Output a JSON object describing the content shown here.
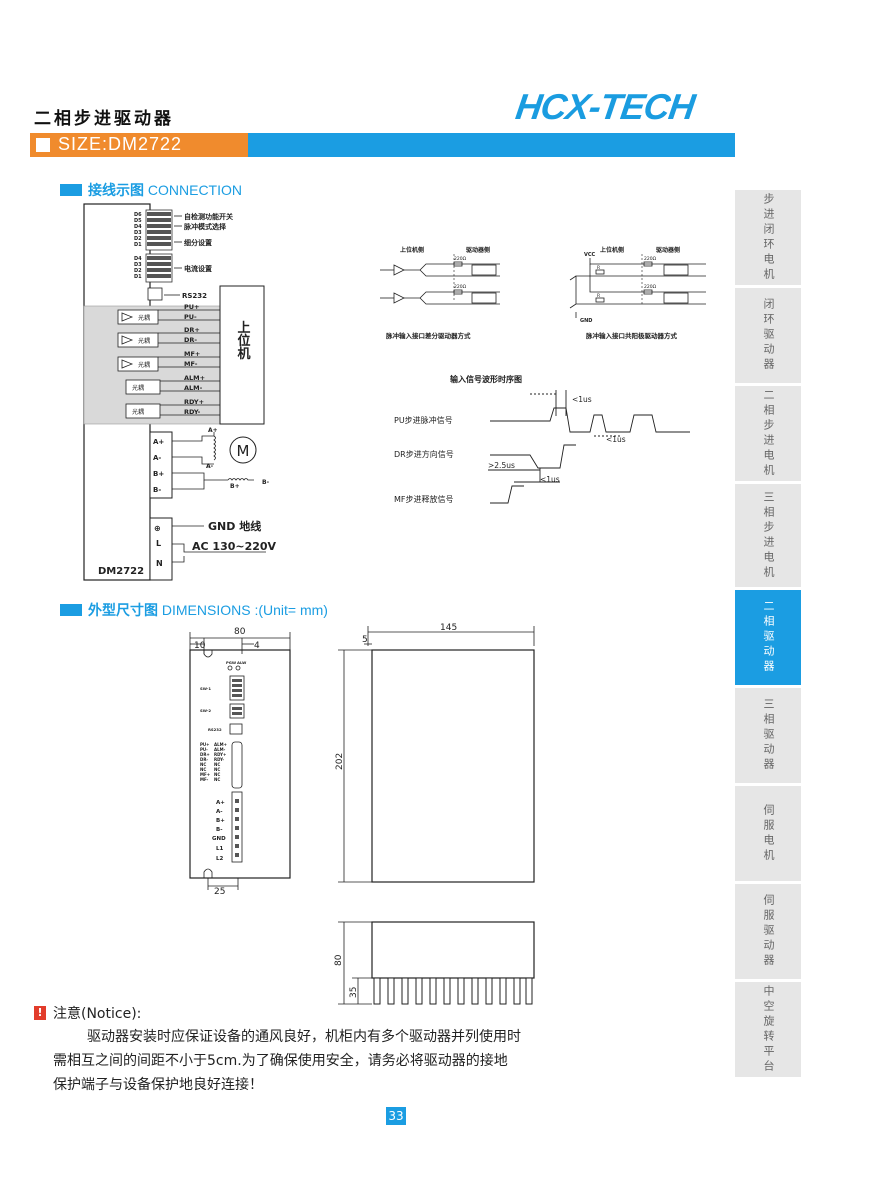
{
  "header": {
    "title": "二相步进驱动器",
    "logo_text": "HCX-TECH",
    "size_label": "SIZE:DM2722"
  },
  "connection": {
    "section_cn": "接线示图",
    "section_en": "CONNECTION",
    "switch_labels": [
      "D6",
      "D5",
      "D4",
      "D3",
      "D2",
      "D1"
    ],
    "switch_labels2": [
      "D4",
      "D3",
      "D2",
      "D1"
    ],
    "annotations": [
      "自检测功能开关",
      "脉冲模式选择",
      "细分设置",
      "电流设置"
    ],
    "rs232": "RS232",
    "pins_left": [
      "PU+",
      "PU-",
      "DR+",
      "DR-",
      "MF+",
      "MF-",
      "ALM+",
      "ALM-",
      "RDY+",
      "RDY-"
    ],
    "host_label": "上位机",
    "motor_pins": [
      "A+",
      "A-",
      "B+",
      "B-"
    ],
    "motor_symbol": "M",
    "motor_wire_labels": [
      "A+",
      "A-",
      "B+",
      "B-"
    ],
    "power_pins": [
      "⊕",
      "L",
      "N"
    ],
    "gnd_label": "GND  地线",
    "ac_label": "AC  130~220V",
    "model_label": "DM2722",
    "diff_host": "上位机侧",
    "diff_driver": "驱动器侧",
    "resistor": "220Ω",
    "diff_caption": "脉冲输入接口差分驱动器方式",
    "vcc": "VCC",
    "gnd": "GND",
    "r_label": "R",
    "common_caption": "脉冲输入接口共阳极驱动器方式",
    "timing_title": "输入信号波形时序图",
    "timing_labels": [
      "PU步进脉冲信号",
      "DR步进方向信号",
      "MF步进释放信号"
    ],
    "timing_marks": [
      "<1us",
      "<1us",
      ">2.5us",
      "<1us"
    ]
  },
  "dimensions": {
    "section_cn": "外型尺寸图",
    "section_en": "DIMENSIONS :(Unit=  mm)",
    "front_width": "80",
    "front_left": "10",
    "front_right": "4",
    "front_bottom": "25",
    "side_width": "145",
    "side_margin": "5",
    "height": "202",
    "heatsink_height": "80",
    "fin_height": "35",
    "panel_top": [
      "PGW",
      "ALW"
    ],
    "panel_sw": [
      "SW-1",
      "SW-2"
    ],
    "panel_pins_a": [
      "PU+",
      "PU-",
      "DR+",
      "DR-",
      "NC",
      "NC",
      "MF+",
      "MF-"
    ],
    "panel_pins_b": [
      "ALM+",
      "ALM-",
      "RDY+",
      "RDY-",
      "NC",
      "NC",
      "NC",
      "NC"
    ],
    "panel_power": [
      "A+",
      "A-",
      "B+",
      "B-",
      "GND",
      "L1",
      "L2"
    ],
    "panel_rs": "RS232"
  },
  "sidebar": {
    "items": [
      "步进闭环电机",
      "闭环驱动器",
      "二相步进电机",
      "三相步进电机",
      "二相驱动器",
      "三相驱动器",
      "伺服电机",
      "伺服驱动器",
      "中空旋转平台"
    ],
    "active_index": 4
  },
  "notice": {
    "icon": "!",
    "title": "注意(Notice):",
    "lines": [
      "驱动器安装时应保证设备的通风良好，机柜内有多个驱动器并列使用时",
      "需相互之间的间距不小于5cm.为了确保使用安全，请务必将驱动器的接地",
      "保护端子与设备保护地良好连接！"
    ]
  },
  "page_number": "33",
  "colors": {
    "accent": "#1b9de2",
    "orange": "#f08b2d",
    "alert": "#e23c2b"
  }
}
